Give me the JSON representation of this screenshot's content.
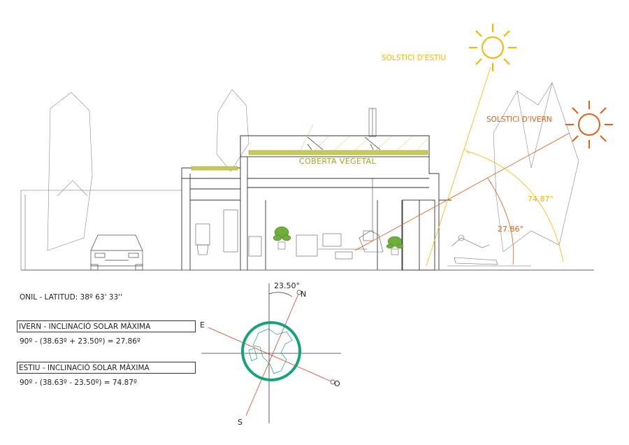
{
  "labels": {
    "summer_solstice": "SOLSTICI D'ESTIU",
    "winter_solstice": "SOLSTICI D'IVERN",
    "green_roof": "COBERTA VEGETAL",
    "angle_summer": "74.87°",
    "angle_winter": "27.86°",
    "tilt": "23.50°",
    "north": "N",
    "south": "S",
    "east": "E",
    "west": "O"
  },
  "info": {
    "location": "ONIL - LATITUD: 38º 63' 33''",
    "winter_title": "IVERN - INCLINACIÓ SOLAR MÀXIMA",
    "winter_formula": "90º - (38.63º + 23.50º) = 27.86º",
    "summer_title": "ESTIU - INCLINACIÓ SOLAR MÀXIMA",
    "summer_formula": "90º - (38.63º - 23.50º) = 74.87º"
  },
  "colors": {
    "summer": "#f7b500",
    "winter": "#e0601a",
    "green_roof": "#9fa51d",
    "globe": "#16a37b",
    "axis_red": "#d9452b",
    "line": "#333333"
  }
}
